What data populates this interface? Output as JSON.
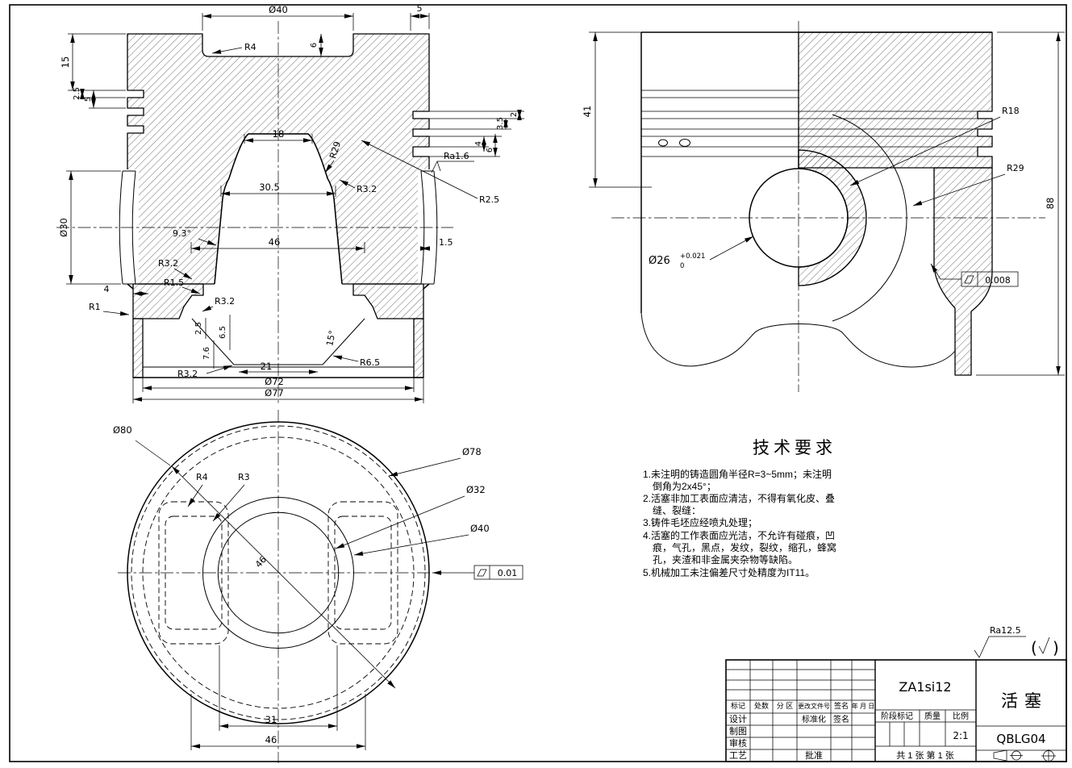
{
  "colors": {
    "line": "#000000",
    "background": "#ffffff"
  },
  "fv": {
    "dia40": "Ø40",
    "n5": "5",
    "r4": "R4",
    "n6": "6",
    "n15": "15",
    "n2_5": "2.5",
    "n5b": "5",
    "n18": "18",
    "r29": "R29",
    "n2": "2",
    "n3_5": "3.5",
    "n4r": "4",
    "n6r": "6",
    "ra": "Ra1.6",
    "n30_5": "30.5",
    "r3_2a": "R3.2",
    "r2_5": "R2.5",
    "dia30": "Ø30",
    "a9_3": "9.3°",
    "n46": "46",
    "n1_5": "1.5",
    "r3_2b": "R3.2",
    "r1_5": "R1.5",
    "r3_2c": "R3.2",
    "n4l": "4",
    "r1": "R1",
    "n2_5b": "2.5",
    "n6_5": "6.5",
    "n7_6": "7.6",
    "a15": "15°",
    "n21": "21",
    "r6_5": "R6.5",
    "r3_2d": "R3.2",
    "dia72": "Ø72",
    "dia77": "Ø77"
  },
  "sv": {
    "n41": "41",
    "r18": "R18",
    "r29": "R29",
    "n88": "88",
    "dia26": "Ø26",
    "tol_up": "+0.021",
    "tol_dn": "0",
    "flat": "0.008"
  },
  "tv": {
    "dia80": "Ø80",
    "r4": "R4",
    "r3": "R3",
    "dia78": "Ø78",
    "dia32": "Ø32",
    "dia40": "Ø40",
    "n46d": "46",
    "n31": "31",
    "n46": "46",
    "flat": "0.01"
  },
  "tr": {
    "title": "技术要求",
    "lines": [
      "1.未注明的铸造圆角半径R=3~5mm；未注明",
      "倒角为2x45°；",
      "2.活塞非加工表面应清洁，不得有氧化皮、叠",
      "缝、裂缝：",
      "3.铸件毛坯应经喷丸处理；",
      "4.活塞的工作表面应光洁，不允许有碰痕，凹",
      "痕，气孔，黑点，发纹，裂纹，缩孔，蜂窝",
      "孔，夹渣和非金属夹杂物等缺陷。",
      "5.机械加工未注偏差尺寸处精度为IT11。"
    ]
  },
  "rn": {
    "value": "Ra12.5",
    "paren_open": "(",
    "paren_close": ")"
  },
  "tb": {
    "rev_header": [
      "标记",
      "处数",
      "分 区",
      "更改文件号",
      "签名",
      "年 月 日"
    ],
    "roles": [
      "设计",
      "制图",
      "审核",
      "工艺"
    ],
    "std": "标准化",
    "sign": "签名",
    "approve": "批准",
    "批准_note": "",
    "code": "ZA1si12",
    "stage": "阶段标记",
    "mass": "质量",
    "scale": "比例",
    "scale_val": "2:1",
    "sheet": "共 1 张  第 1 张",
    "name": "活塞",
    "dwg_no": "QBLG04"
  }
}
